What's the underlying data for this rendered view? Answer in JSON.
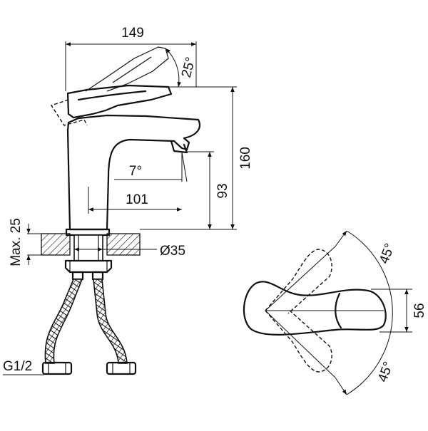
{
  "dimensions": {
    "width_top": "149",
    "lever_angle": "25°",
    "height_total": "160",
    "spout_angle": "7°",
    "spout_reach": "101",
    "spout_height": "93",
    "deck_thickness": "Max. 25",
    "hole_diameter": "Ø35",
    "thread": "G1/2",
    "rotation_upper": "45°",
    "rotation_lower": "45°",
    "handle_width": "56"
  }
}
